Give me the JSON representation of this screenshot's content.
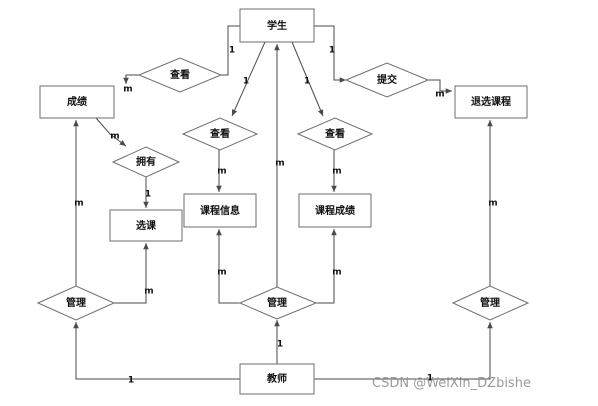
{
  "entities": {
    "student": "学生",
    "grades": "成绩",
    "selected_courses": "退选课程",
    "course_selection": "选课",
    "course_info": "课程信息",
    "course_grades": "课程成绩",
    "teacher": "教师"
  },
  "relationships": {
    "view_grades": "查看",
    "submit": "提交",
    "view_course_info": "查看",
    "view_course_grades": "查看",
    "has": "拥有",
    "manage_left": "管理",
    "manage_middle": "管理",
    "manage_right": "管理"
  },
  "cardinalities": {
    "student_view_grades": "1",
    "view_grades_grades": "m",
    "student_submit": "1",
    "submit_selected": "m",
    "student_view_course_info": "1",
    "view_course_info_info": "m",
    "student_view_course_grades": "1",
    "view_course_grades_grades": "m",
    "grades_has": "m",
    "has_selection": "1",
    "manage_left_grades": "m",
    "manage_left_selection": "m",
    "manage_middle_info": "m",
    "manage_middle_course_grades": "m",
    "manage_middle_student": "m",
    "teacher_manage_middle": "1",
    "teacher_manage_left": "1",
    "teacher_manage_right": "1",
    "manage_right_selected": "m"
  },
  "watermark": "CSDN @WeiXin_DZbishe",
  "colors": {
    "stroke": "#6e6e6e",
    "edge": "#4a4a4a",
    "text": "#111111",
    "watermark": "#9a9a9a"
  }
}
